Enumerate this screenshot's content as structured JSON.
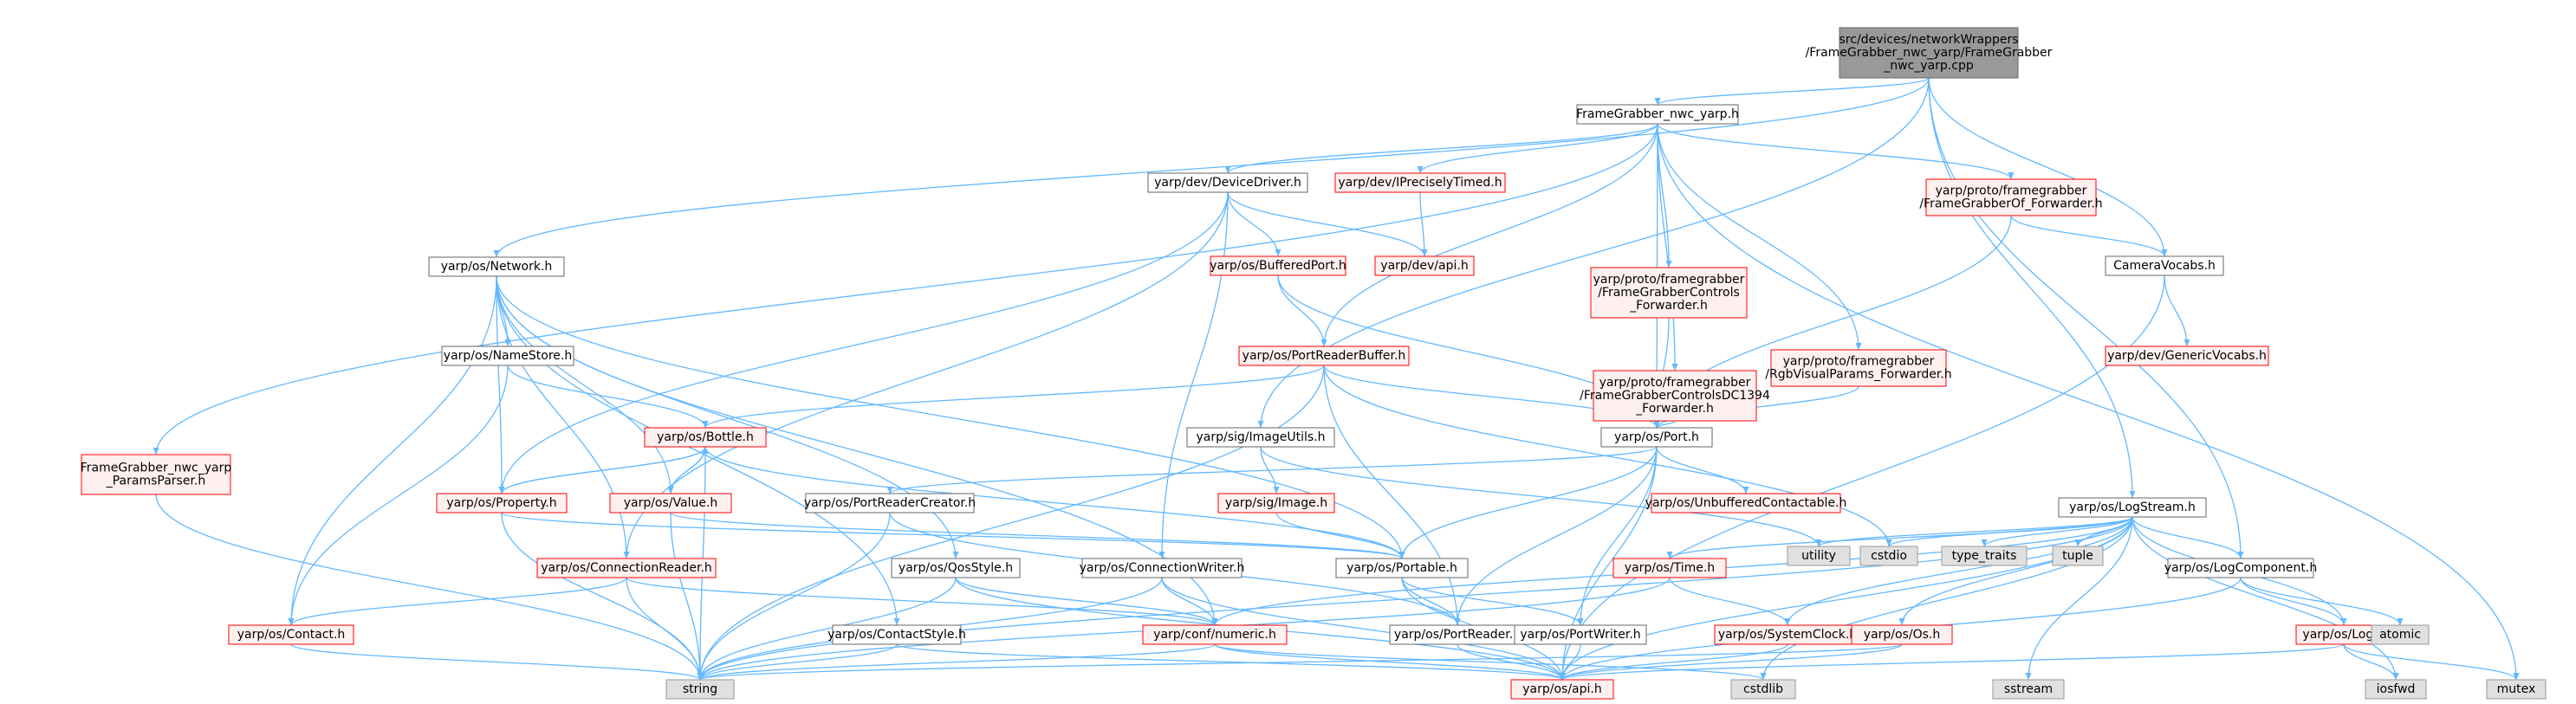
{
  "graph": {
    "root": "main",
    "nodes": [
      {
        "id": "main",
        "lines": [
          "src/devices/networkWrappers",
          "/FrameGrabber_nwc_yarp/FrameGrabber",
          "_nwc_yarp.cpp"
        ],
        "kind": "root"
      },
      {
        "id": "fg_h",
        "lines": [
          "FrameGrabber_nwc_yarp.h"
        ],
        "kind": "normal"
      },
      {
        "id": "params",
        "lines": [
          "FrameGrabber_nwc_yarp",
          "_ParamsParser.h"
        ],
        "kind": "red"
      },
      {
        "id": "network",
        "lines": [
          "yarp/os/Network.h"
        ],
        "kind": "normal"
      },
      {
        "id": "devdriver",
        "lines": [
          "yarp/dev/DeviceDriver.h"
        ],
        "kind": "normal"
      },
      {
        "id": "iprecise",
        "lines": [
          "yarp/dev/IPreciselyTimed.h"
        ],
        "kind": "red"
      },
      {
        "id": "fgof",
        "lines": [
          "yarp/proto/framegrabber",
          "/FrameGrabberOf_Forwarder.h"
        ],
        "kind": "red"
      },
      {
        "id": "devapi",
        "lines": [
          "yarp/dev/api.h"
        ],
        "kind": "red"
      },
      {
        "id": "bufport",
        "lines": [
          "yarp/os/BufferedPort.h"
        ],
        "kind": "red"
      },
      {
        "id": "camvocabs",
        "lines": [
          "CameraVocabs.h"
        ],
        "kind": "normal"
      },
      {
        "id": "genvocabs",
        "lines": [
          "yarp/dev/GenericVocabs.h"
        ],
        "kind": "red"
      },
      {
        "id": "fgctrl",
        "lines": [
          "yarp/proto/framegrabber",
          "/FrameGrabberControls",
          "_Forwarder.h"
        ],
        "kind": "red"
      },
      {
        "id": "fgdc",
        "lines": [
          "yarp/proto/framegrabber",
          "/FrameGrabberControlsDC1394",
          "_Forwarder.h"
        ],
        "kind": "red"
      },
      {
        "id": "rgbvis",
        "lines": [
          "yarp/proto/framegrabber",
          "/RgbVisualParams_Forwarder.h"
        ],
        "kind": "red"
      },
      {
        "id": "namestore",
        "lines": [
          "yarp/os/NameStore.h"
        ],
        "kind": "normal"
      },
      {
        "id": "prb",
        "lines": [
          "yarp/os/PortReaderBuffer.h"
        ],
        "kind": "red"
      },
      {
        "id": "bottle",
        "lines": [
          "yarp/os/Bottle.h"
        ],
        "kind": "red"
      },
      {
        "id": "imageutils",
        "lines": [
          "yarp/sig/ImageUtils.h"
        ],
        "kind": "normal"
      },
      {
        "id": "port",
        "lines": [
          "yarp/os/Port.h"
        ],
        "kind": "normal"
      },
      {
        "id": "property",
        "lines": [
          "yarp/os/Property.h"
        ],
        "kind": "red"
      },
      {
        "id": "value",
        "lines": [
          "yarp/os/Value.h"
        ],
        "kind": "red"
      },
      {
        "id": "prc",
        "lines": [
          "yarp/os/PortReaderCreator.h"
        ],
        "kind": "normal"
      },
      {
        "id": "image",
        "lines": [
          "yarp/sig/Image.h"
        ],
        "kind": "red"
      },
      {
        "id": "unbuf",
        "lines": [
          "yarp/os/UnbufferedContactable.h"
        ],
        "kind": "red"
      },
      {
        "id": "logstream",
        "lines": [
          "yarp/os/LogStream.h"
        ],
        "kind": "normal"
      },
      {
        "id": "connreader",
        "lines": [
          "yarp/os/ConnectionReader.h"
        ],
        "kind": "red"
      },
      {
        "id": "qos",
        "lines": [
          "yarp/os/QosStyle.h"
        ],
        "kind": "normal"
      },
      {
        "id": "connwriter",
        "lines": [
          "yarp/os/ConnectionWriter.h"
        ],
        "kind": "normal"
      },
      {
        "id": "portable",
        "lines": [
          "yarp/os/Portable.h"
        ],
        "kind": "normal"
      },
      {
        "id": "utility",
        "lines": [
          "utility"
        ],
        "kind": "grey"
      },
      {
        "id": "cstdio",
        "lines": [
          "cstdio"
        ],
        "kind": "grey"
      },
      {
        "id": "typetraits",
        "lines": [
          "type_traits"
        ],
        "kind": "grey"
      },
      {
        "id": "tuple",
        "lines": [
          "tuple"
        ],
        "kind": "grey"
      },
      {
        "id": "logcomp",
        "lines": [
          "yarp/os/LogComponent.h"
        ],
        "kind": "normal"
      },
      {
        "id": "time",
        "lines": [
          "yarp/os/Time.h"
        ],
        "kind": "red"
      },
      {
        "id": "contact",
        "lines": [
          "yarp/os/Contact.h"
        ],
        "kind": "red"
      },
      {
        "id": "contactstyle",
        "lines": [
          "yarp/os/ContactStyle.h"
        ],
        "kind": "normal"
      },
      {
        "id": "numeric",
        "lines": [
          "yarp/conf/numeric.h"
        ],
        "kind": "red"
      },
      {
        "id": "portreader",
        "lines": [
          "yarp/os/PortReader.h"
        ],
        "kind": "normal"
      },
      {
        "id": "portwriter",
        "lines": [
          "yarp/os/PortWriter.h"
        ],
        "kind": "normal"
      },
      {
        "id": "sysclock",
        "lines": [
          "yarp/os/SystemClock.h"
        ],
        "kind": "red"
      },
      {
        "id": "os",
        "lines": [
          "yarp/os/Os.h"
        ],
        "kind": "red"
      },
      {
        "id": "log",
        "lines": [
          "yarp/os/Log.h"
        ],
        "kind": "red"
      },
      {
        "id": "atomic",
        "lines": [
          "atomic"
        ],
        "kind": "grey"
      },
      {
        "id": "string",
        "lines": [
          "string"
        ],
        "kind": "grey"
      },
      {
        "id": "osapi",
        "lines": [
          "yarp/os/api.h"
        ],
        "kind": "red"
      },
      {
        "id": "cstdlib",
        "lines": [
          "cstdlib"
        ],
        "kind": "grey"
      },
      {
        "id": "sstream",
        "lines": [
          "sstream"
        ],
        "kind": "grey"
      },
      {
        "id": "iosfwd",
        "lines": [
          "iosfwd"
        ],
        "kind": "grey"
      },
      {
        "id": "mutex",
        "lines": [
          "mutex"
        ],
        "kind": "grey"
      }
    ],
    "edges": [
      [
        "main",
        "fg_h"
      ],
      [
        "main",
        "network"
      ],
      [
        "main",
        "camvocabs"
      ],
      [
        "main",
        "imageutils"
      ],
      [
        "main",
        "logstream"
      ],
      [
        "main",
        "logcomp"
      ],
      [
        "fg_h",
        "params"
      ],
      [
        "fg_h",
        "devdriver"
      ],
      [
        "fg_h",
        "iprecise"
      ],
      [
        "fg_h",
        "fgof"
      ],
      [
        "fg_h",
        "fgctrl"
      ],
      [
        "fg_h",
        "fgdc"
      ],
      [
        "fg_h",
        "rgbvis"
      ],
      [
        "fg_h",
        "prb"
      ],
      [
        "fg_h",
        "port"
      ],
      [
        "fg_h",
        "mutex"
      ],
      [
        "params",
        "string"
      ],
      [
        "devdriver",
        "devapi"
      ],
      [
        "devdriver",
        "bufport"
      ],
      [
        "devdriver",
        "property"
      ],
      [
        "devdriver",
        "connwriter"
      ],
      [
        "devdriver",
        "connreader"
      ],
      [
        "iprecise",
        "devapi"
      ],
      [
        "fgof",
        "camvocabs"
      ],
      [
        "fgof",
        "port"
      ],
      [
        "camvocabs",
        "genvocabs"
      ],
      [
        "camvocabs",
        "osapi"
      ],
      [
        "bufport",
        "prb"
      ],
      [
        "bufport",
        "port"
      ],
      [
        "network",
        "namestore"
      ],
      [
        "network",
        "property"
      ],
      [
        "network",
        "value"
      ],
      [
        "network",
        "contact"
      ],
      [
        "network",
        "portable"
      ],
      [
        "network",
        "qos"
      ],
      [
        "network",
        "contactstyle"
      ],
      [
        "network",
        "connreader"
      ],
      [
        "network",
        "numeric"
      ],
      [
        "namestore",
        "bottle"
      ],
      [
        "namestore",
        "contact"
      ],
      [
        "fgctrl",
        "port"
      ],
      [
        "fgdc",
        "port"
      ],
      [
        "rgbvis",
        "port"
      ],
      [
        "prb",
        "bottle"
      ],
      [
        "prb",
        "port"
      ],
      [
        "prb",
        "portreader"
      ],
      [
        "prb",
        "cstdio"
      ],
      [
        "prb",
        "string"
      ],
      [
        "imageutils",
        "image"
      ],
      [
        "imageutils",
        "utility"
      ],
      [
        "image",
        "portable"
      ],
      [
        "bottle",
        "property"
      ],
      [
        "bottle",
        "value"
      ],
      [
        "bottle",
        "portable"
      ],
      [
        "bottle",
        "string"
      ],
      [
        "property",
        "bottle"
      ],
      [
        "property",
        "portable"
      ],
      [
        "property",
        "string"
      ],
      [
        "value",
        "bottle"
      ],
      [
        "value",
        "portable"
      ],
      [
        "value",
        "string"
      ],
      [
        "port",
        "prc"
      ],
      [
        "port",
        "unbuf"
      ],
      [
        "port",
        "portable"
      ],
      [
        "port",
        "portreader"
      ],
      [
        "port",
        "portwriter"
      ],
      [
        "port",
        "osapi"
      ],
      [
        "prc",
        "portreader"
      ],
      [
        "prc",
        "string"
      ],
      [
        "logstream",
        "utility"
      ],
      [
        "logstream",
        "cstdio"
      ],
      [
        "logstream",
        "typetraits"
      ],
      [
        "logstream",
        "tuple"
      ],
      [
        "logstream",
        "logcomp"
      ],
      [
        "logstream",
        "time"
      ],
      [
        "logstream",
        "sysclock"
      ],
      [
        "logstream",
        "os"
      ],
      [
        "logstream",
        "log"
      ],
      [
        "logstream",
        "numeric"
      ],
      [
        "logstream",
        "string"
      ],
      [
        "logstream",
        "osapi"
      ],
      [
        "logstream",
        "cstdlib"
      ],
      [
        "logstream",
        "sstream"
      ],
      [
        "logstream",
        "iosfwd"
      ],
      [
        "logcomp",
        "atomic"
      ],
      [
        "logcomp",
        "log"
      ],
      [
        "logcomp",
        "osapi"
      ],
      [
        "log",
        "osapi"
      ],
      [
        "log",
        "iosfwd"
      ],
      [
        "log",
        "mutex"
      ],
      [
        "connreader",
        "contact"
      ],
      [
        "connreader",
        "numeric"
      ],
      [
        "connreader",
        "string"
      ],
      [
        "qos",
        "numeric"
      ],
      [
        "qos",
        "string"
      ],
      [
        "qos",
        "osapi"
      ],
      [
        "connwriter",
        "numeric"
      ],
      [
        "connwriter",
        "string"
      ],
      [
        "connwriter",
        "osapi"
      ],
      [
        "portable",
        "portreader"
      ],
      [
        "portable",
        "portwriter"
      ],
      [
        "portable",
        "osapi"
      ],
      [
        "portreader",
        "osapi"
      ],
      [
        "portwriter",
        "osapi"
      ],
      [
        "contact",
        "string"
      ],
      [
        "contactstyle",
        "string"
      ],
      [
        "contactstyle",
        "osapi"
      ],
      [
        "numeric",
        "string"
      ],
      [
        "numeric",
        "osapi"
      ],
      [
        "numeric",
        "cstdlib"
      ],
      [
        "time",
        "sysclock"
      ],
      [
        "time",
        "string"
      ],
      [
        "sysclock",
        "osapi"
      ],
      [
        "os",
        "osapi"
      ],
      [
        "os",
        "string"
      ]
    ]
  }
}
